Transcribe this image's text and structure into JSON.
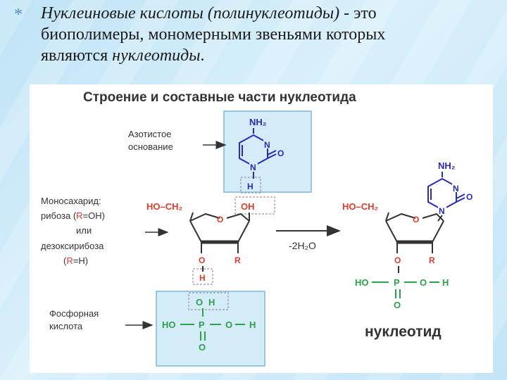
{
  "intro": {
    "bullet": "*",
    "line1_italic": "Нуклеиновые кислоты (полинуклеотиды)",
    "line1_rest": " - это",
    "line2": "биополимеры, мономерными звеньями которых",
    "line3_plain": "являются ",
    "line3_italic": "нуклеотиды",
    "line3_end": "."
  },
  "diagram": {
    "title": "Строение и составные части нуклеотида",
    "label_base_1": "Азотистое",
    "label_base_2": "основание",
    "label_sugar_1": "Моносахарид:",
    "label_sugar_2a": "рибоза (",
    "label_sugar_2r": "R",
    "label_sugar_2b": "=OH)",
    "label_sugar_3": "или",
    "label_sugar_4": "дезоксирибоза",
    "label_sugar_5a": "(",
    "label_sugar_5r": "R",
    "label_sugar_5b": "=H)",
    "label_acid_1": "Фосфорная",
    "label_acid_2": "кислота",
    "reaction": "-2H₂O",
    "result": "нуклеотид",
    "nh2": "NH₂",
    "n": "N",
    "o": "O",
    "h": "H",
    "r": "R",
    "p": "P",
    "oh": "OH",
    "ho": "HO",
    "ho_ch2": "HO–CH₂",
    "colors": {
      "red": "#e23a2a",
      "green": "#2aa24a",
      "blue": "#2a2ab8",
      "box": "#d3ecf7"
    }
  }
}
